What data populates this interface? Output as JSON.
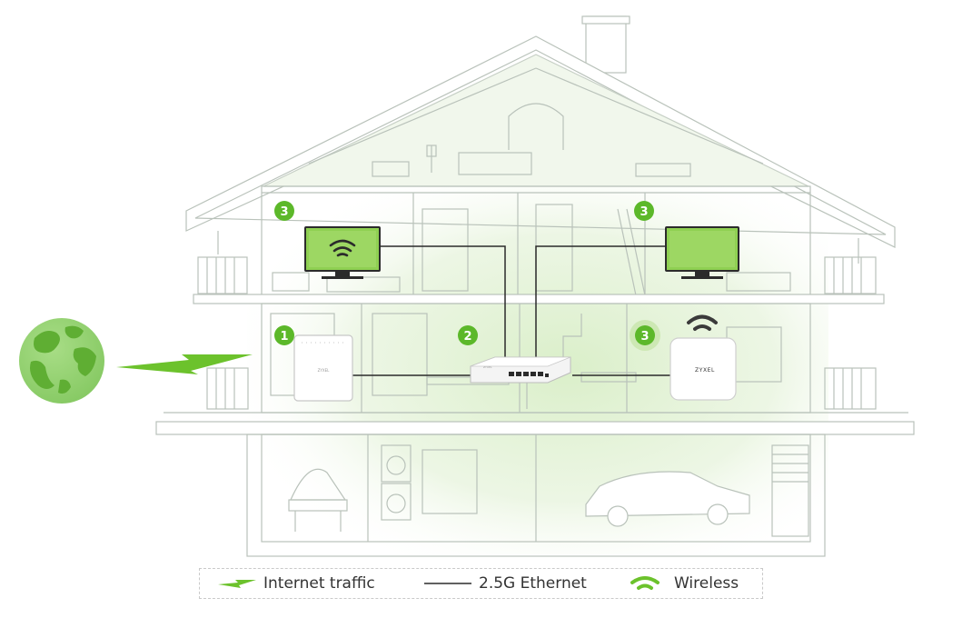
{
  "badges": [
    {
      "id": "router",
      "number": "1"
    },
    {
      "id": "switch",
      "number": "2"
    },
    {
      "id": "monitor-left",
      "number": "3"
    },
    {
      "id": "monitor-right",
      "number": "3"
    },
    {
      "id": "access-point",
      "number": "3"
    }
  ],
  "device_labels": {
    "router_brand": "ZYXEL",
    "switch_brand": "ZYXEL",
    "ap_brand": "ZYXEL"
  },
  "legend": {
    "internet_traffic": "Internet traffic",
    "ethernet": "2.5G Ethernet",
    "wireless": "Wireless"
  },
  "colors": {
    "accent_green": "#6cc22c",
    "badge_green": "#5cb82a",
    "line": "#2b2b2b",
    "house_outline": "#b9c2ba",
    "house_fill": "#eef6e7"
  }
}
